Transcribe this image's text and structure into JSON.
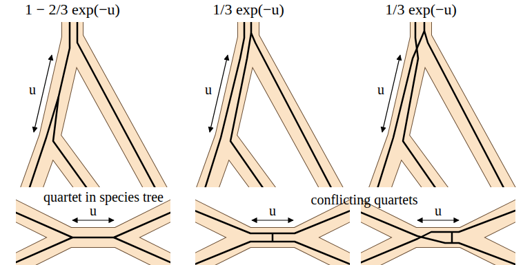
{
  "diagram": {
    "labels": [
      "1 − 2/3 exp(−u)",
      "1/3 exp(−u)",
      "1/3 exp(−u)",
      "u",
      "u",
      "u",
      "quartet in species tree",
      "u",
      "conflicting quartets",
      "u",
      "u"
    ]
  }
}
